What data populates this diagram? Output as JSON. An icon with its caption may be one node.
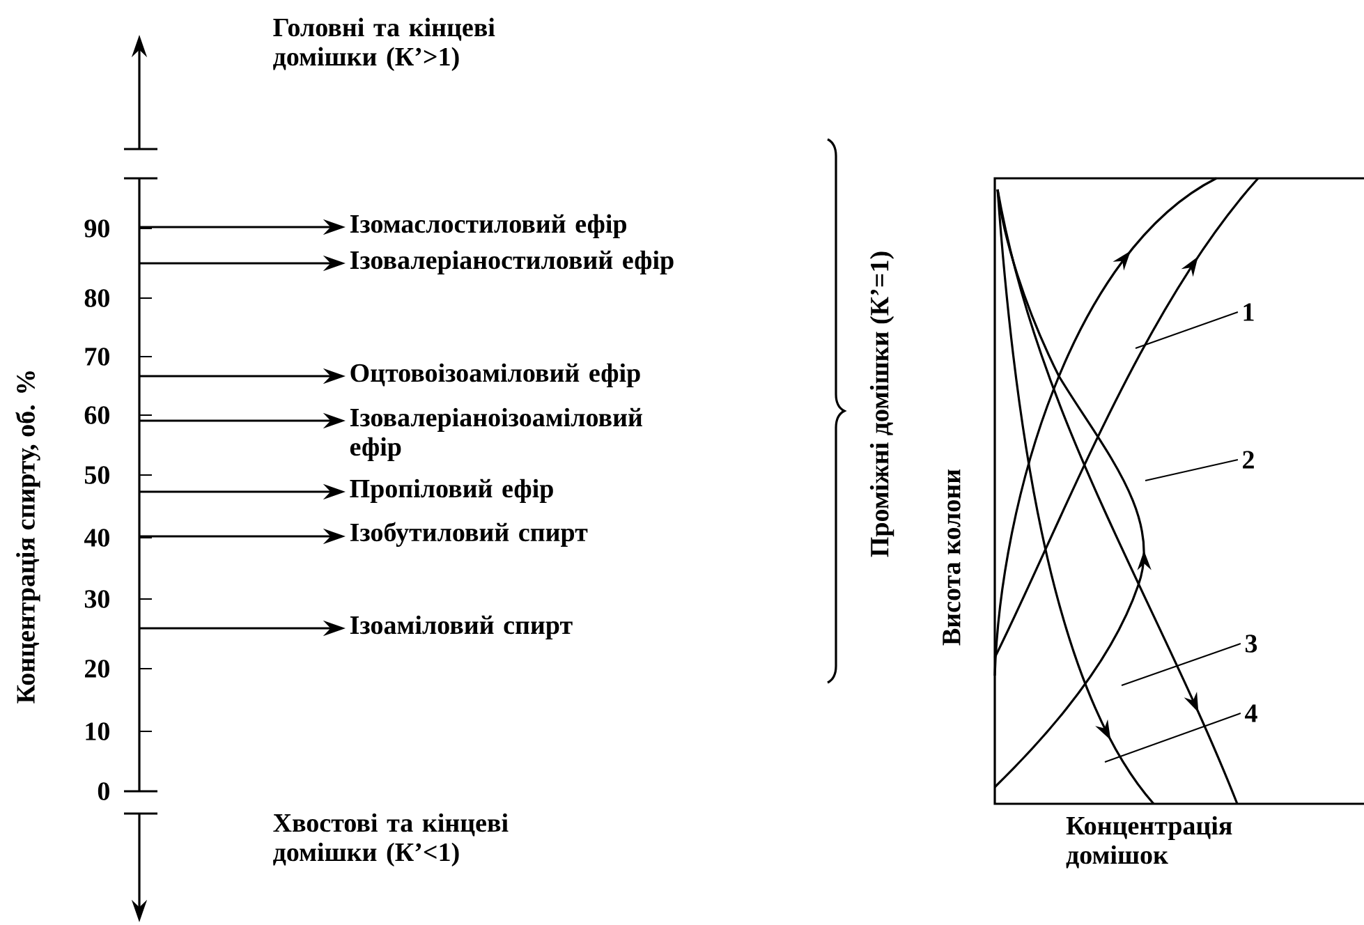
{
  "diagram": {
    "nodes": [
      {
        "text": [
          "Ізомаслостиловий ефір"
        ]
      },
      {
        "text": [
          "Ізовалеріаностиловий ефір"
        ]
      },
      {
        "text": [
          "Оцтовоізоаміловий ефір"
        ]
      },
      {
        "text": [
          "Ізовалеріаноізоаміловий ефір"
        ]
      },
      {
        "text": [
          "Пропіловий ефір"
        ]
      },
      {
        "text": [
          "Ізобутиловий спирт"
        ]
      },
      {
        "text": [
          "Ізоаміловий спирт"
        ]
      },
      {
        "text": [
          "1"
        ]
      },
      {
        "text": [
          "2"
        ]
      },
      {
        "text": [
          "3"
        ]
      },
      {
        "text": [
          "4"
        ]
      }
    ],
    "edges": [
      {
        "from": null,
        "to": 0,
        "arrow": "to"
      },
      {
        "from": null,
        "to": 1,
        "arrow": "to"
      },
      {
        "from": null,
        "to": 2,
        "arrow": "to"
      },
      {
        "from": null,
        "to": 3,
        "arrow": "to"
      },
      {
        "from": null,
        "to": 4,
        "arrow": "to"
      },
      {
        "from": null,
        "to": 5,
        "arrow": "to"
      },
      {
        "from": null,
        "to": 6,
        "arrow": "to"
      },
      {
        "from": 7,
        "to": null,
        "arrow": "none"
      },
      {
        "from": 8,
        "to": null,
        "arrow": "none"
      },
      {
        "from": 9,
        "to": null,
        "arrow": "none"
      },
      {
        "from": 10,
        "to": null,
        "arrow": "none"
      }
    ],
    "labels": [
      "Головні та кінцеві домішки (К’>1)",
      "90",
      "80",
      "70",
      "60",
      "50",
      "40",
      "30",
      "20",
      "10",
      "0",
      "Концентрація спирту, об. %",
      "Проміжні домішки (К’=1)",
      "Висота колони",
      "Хвостові та кінцеві домішки (К’<1)",
      "Концентрація домішок"
    ]
  }
}
